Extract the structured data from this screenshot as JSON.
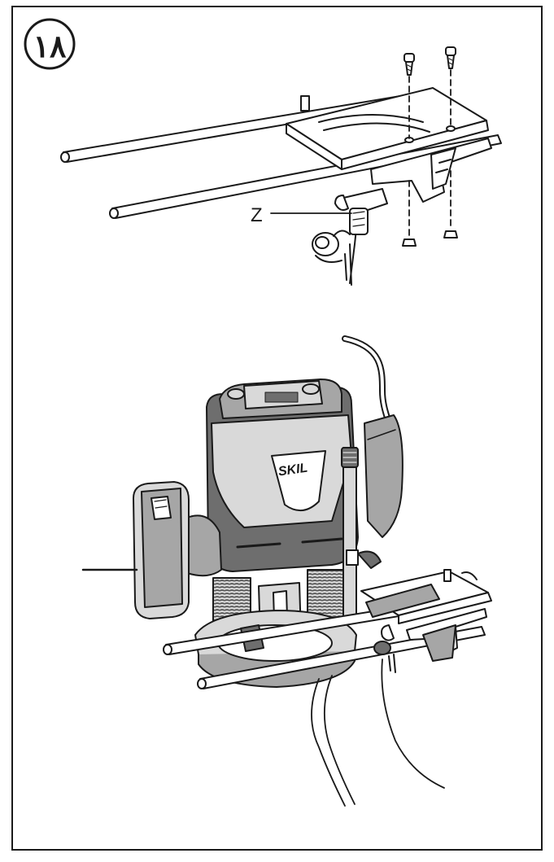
{
  "figure": {
    "number": "۱۸",
    "callouts": [
      {
        "id": "fence-assembly",
        "label": "Z"
      }
    ],
    "brand_logo": "SKIL"
  },
  "colors": {
    "ink": "#1a1a1a",
    "paper": "#ffffff",
    "light_gray": "#d9d9d9",
    "mid_gray": "#a6a6a6",
    "dark_gray": "#6e6e6e"
  }
}
